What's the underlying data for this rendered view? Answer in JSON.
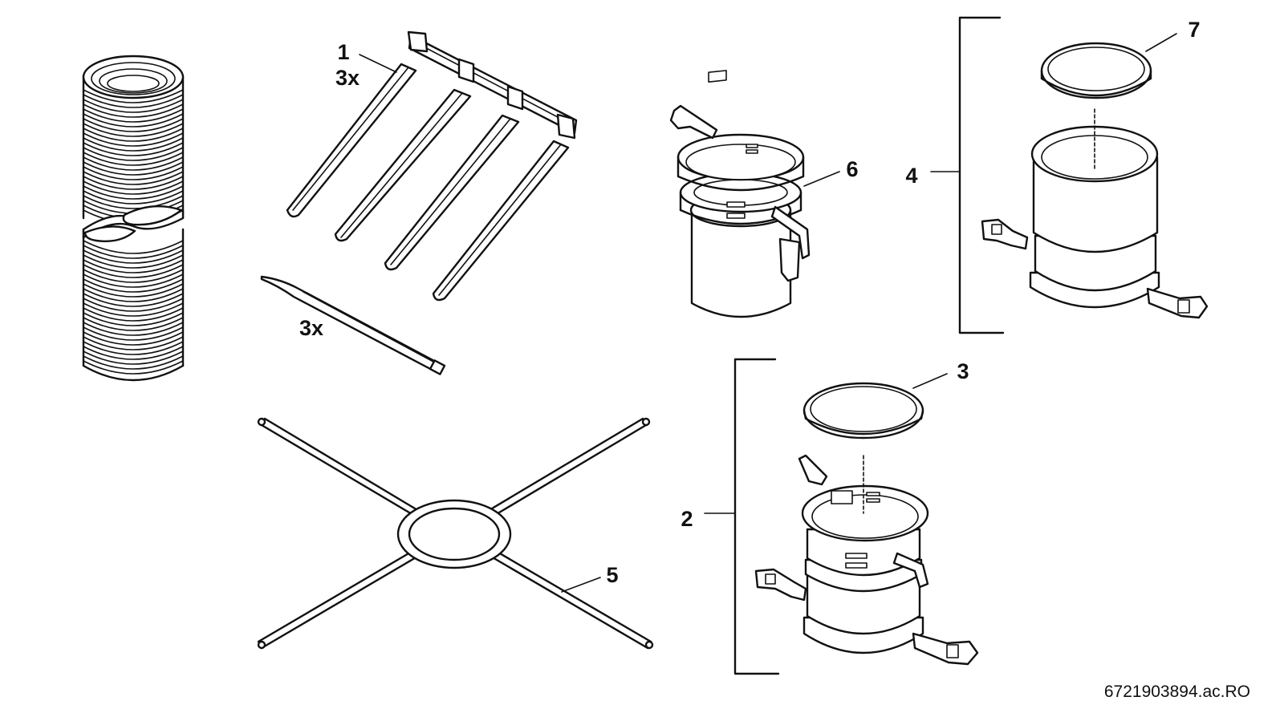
{
  "callouts": {
    "c1": "1",
    "c1_qty": "3x",
    "c2": "2",
    "c3": "3",
    "c4": "4",
    "c5": "5",
    "c6": "6",
    "c7": "7",
    "tie_qty": "3x"
  },
  "reference": "6721903894.ac.RO"
}
